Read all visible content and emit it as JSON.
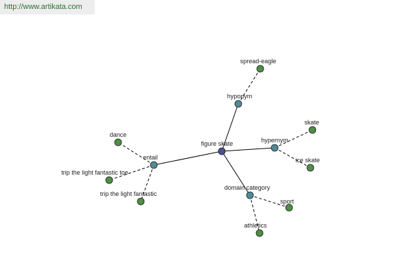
{
  "banner": {
    "url": "http://www.artikata.com"
  },
  "colors": {
    "center": "#4b4f8f",
    "relation": "#4f8b96",
    "leaf": "#4e8f45",
    "banner_bg": "#ededed"
  },
  "graph": {
    "nodes": [
      {
        "id": "figure-skate",
        "label": "figure skate",
        "kind": "center"
      },
      {
        "id": "hyponym",
        "label": "hyponym",
        "kind": "relation"
      },
      {
        "id": "spread-eagle",
        "label": "spread-eagle",
        "kind": "leaf"
      },
      {
        "id": "hypernym",
        "label": "hypernym",
        "kind": "relation"
      },
      {
        "id": "skate",
        "label": "skate",
        "kind": "leaf"
      },
      {
        "id": "ice-skate",
        "label": "ice skate",
        "kind": "leaf"
      },
      {
        "id": "entail",
        "label": "entail",
        "kind": "relation"
      },
      {
        "id": "dance",
        "label": "dance",
        "kind": "leaf"
      },
      {
        "id": "trip-the-light-fantastic-toe",
        "label": "trip the light fantastic toe",
        "kind": "leaf"
      },
      {
        "id": "trip-the-light-fantastic",
        "label": "trip the light fantastic",
        "kind": "leaf"
      },
      {
        "id": "domain-category",
        "label": "domain category",
        "kind": "relation"
      },
      {
        "id": "sport",
        "label": "sport",
        "kind": "leaf"
      },
      {
        "id": "athletics",
        "label": "athletics",
        "kind": "leaf"
      }
    ],
    "edges": [
      {
        "from": "figure-skate",
        "to": "hyponym",
        "style": "solid"
      },
      {
        "from": "figure-skate",
        "to": "hypernym",
        "style": "solid"
      },
      {
        "from": "figure-skate",
        "to": "entail",
        "style": "solid"
      },
      {
        "from": "figure-skate",
        "to": "domain-category",
        "style": "solid"
      },
      {
        "from": "hyponym",
        "to": "spread-eagle",
        "style": "dashed"
      },
      {
        "from": "hypernym",
        "to": "skate",
        "style": "dashed"
      },
      {
        "from": "hypernym",
        "to": "ice-skate",
        "style": "dashed"
      },
      {
        "from": "entail",
        "to": "dance",
        "style": "dashed"
      },
      {
        "from": "entail",
        "to": "trip-the-light-fantastic-toe",
        "style": "dashed"
      },
      {
        "from": "entail",
        "to": "trip-the-light-fantastic",
        "style": "dashed"
      },
      {
        "from": "domain-category",
        "to": "sport",
        "style": "dashed"
      },
      {
        "from": "domain-category",
        "to": "athletics",
        "style": "dashed"
      }
    ]
  }
}
